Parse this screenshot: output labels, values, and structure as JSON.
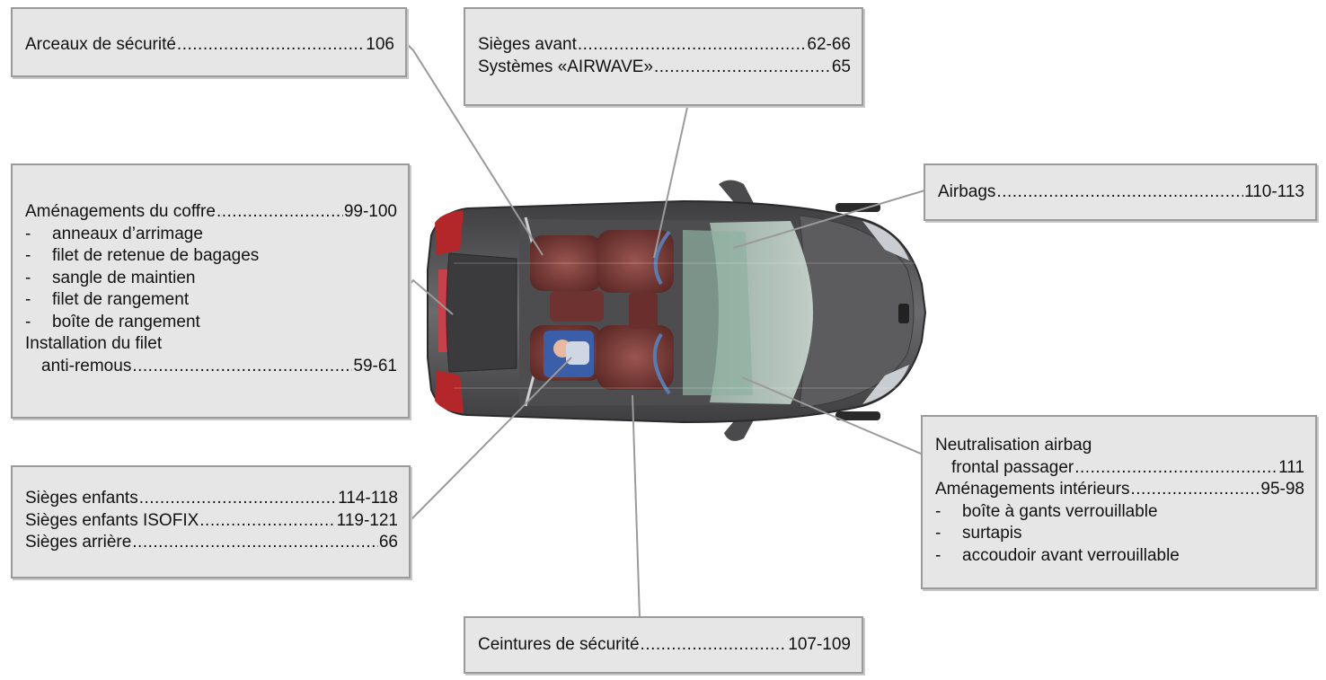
{
  "callouts": {
    "arceaux": {
      "label": "Arceaux de sécurité",
      "page": "106"
    },
    "sieges_avant": {
      "label": "Sièges avant",
      "page": "62-66"
    },
    "airwave": {
      "label": "Systèmes «AIRWAVE»",
      "page": "65"
    },
    "coffre": {
      "label": "Aménagements du coffre ",
      "page": "99-100",
      "items": [
        "anneaux d’arrimage",
        "filet de retenue de bagages",
        "sangle de maintien",
        "filet de rangement",
        "boîte de rangement"
      ],
      "filet_title": "Installation du filet",
      "filet_label": "anti-remous ",
      "filet_page": "59-61"
    },
    "airbags": {
      "label": "Airbags ",
      "page": " 110-113"
    },
    "enfants": {
      "r1_label": "Sièges enfants",
      "r1_page": " 114-118",
      "r2_label": "Sièges enfants ISOFIX",
      "r2_page": "119-121",
      "r3_label": "Sièges arrière ",
      "r3_page": "66"
    },
    "neutralisation": {
      "title": "Neutralisation airbag",
      "label": "frontal passager",
      "page": " 111",
      "amen_label": "Aménagements intérieurs",
      "amen_page": "95-98",
      "items": [
        "boîte à gants verrouillable",
        "surtapis",
        "accoudoir avant verrouillable"
      ]
    },
    "ceintures": {
      "label": "Ceintures de sécurité",
      "page": "107-109"
    }
  },
  "bullet_dash": "-",
  "colors": {
    "panel": "#e6e6e6",
    "panel_border": "#9a9a9a",
    "leader": "#9a9a9a",
    "body_paint": "#5a5a5c",
    "seats": "#7a3a36",
    "glass": "#b9cfc4"
  }
}
